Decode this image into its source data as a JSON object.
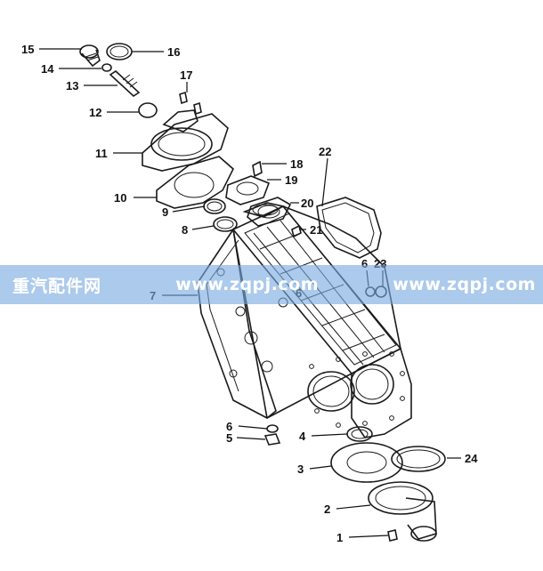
{
  "diagram": {
    "callouts": [
      {
        "label": "15"
      },
      {
        "label": "16"
      },
      {
        "label": "14"
      },
      {
        "label": "13"
      },
      {
        "label": "17"
      },
      {
        "label": "12"
      },
      {
        "label": "11"
      },
      {
        "label": "18"
      },
      {
        "label": "22"
      },
      {
        "label": "19"
      },
      {
        "label": "10"
      },
      {
        "label": "20"
      },
      {
        "label": "9"
      },
      {
        "label": "8"
      },
      {
        "label": "21"
      },
      {
        "label": "6"
      },
      {
        "label": "23"
      },
      {
        "label": "7"
      },
      {
        "label": "6"
      },
      {
        "label": "6"
      },
      {
        "label": "5"
      },
      {
        "label": "4"
      },
      {
        "label": "3"
      },
      {
        "label": "24"
      },
      {
        "label": "2"
      },
      {
        "label": "1"
      }
    ]
  },
  "watermark": {
    "left": "重汽配件网",
    "middle": "www.zqpj.com",
    "right": "www.zqpj.com",
    "color": "#78aae1"
  }
}
